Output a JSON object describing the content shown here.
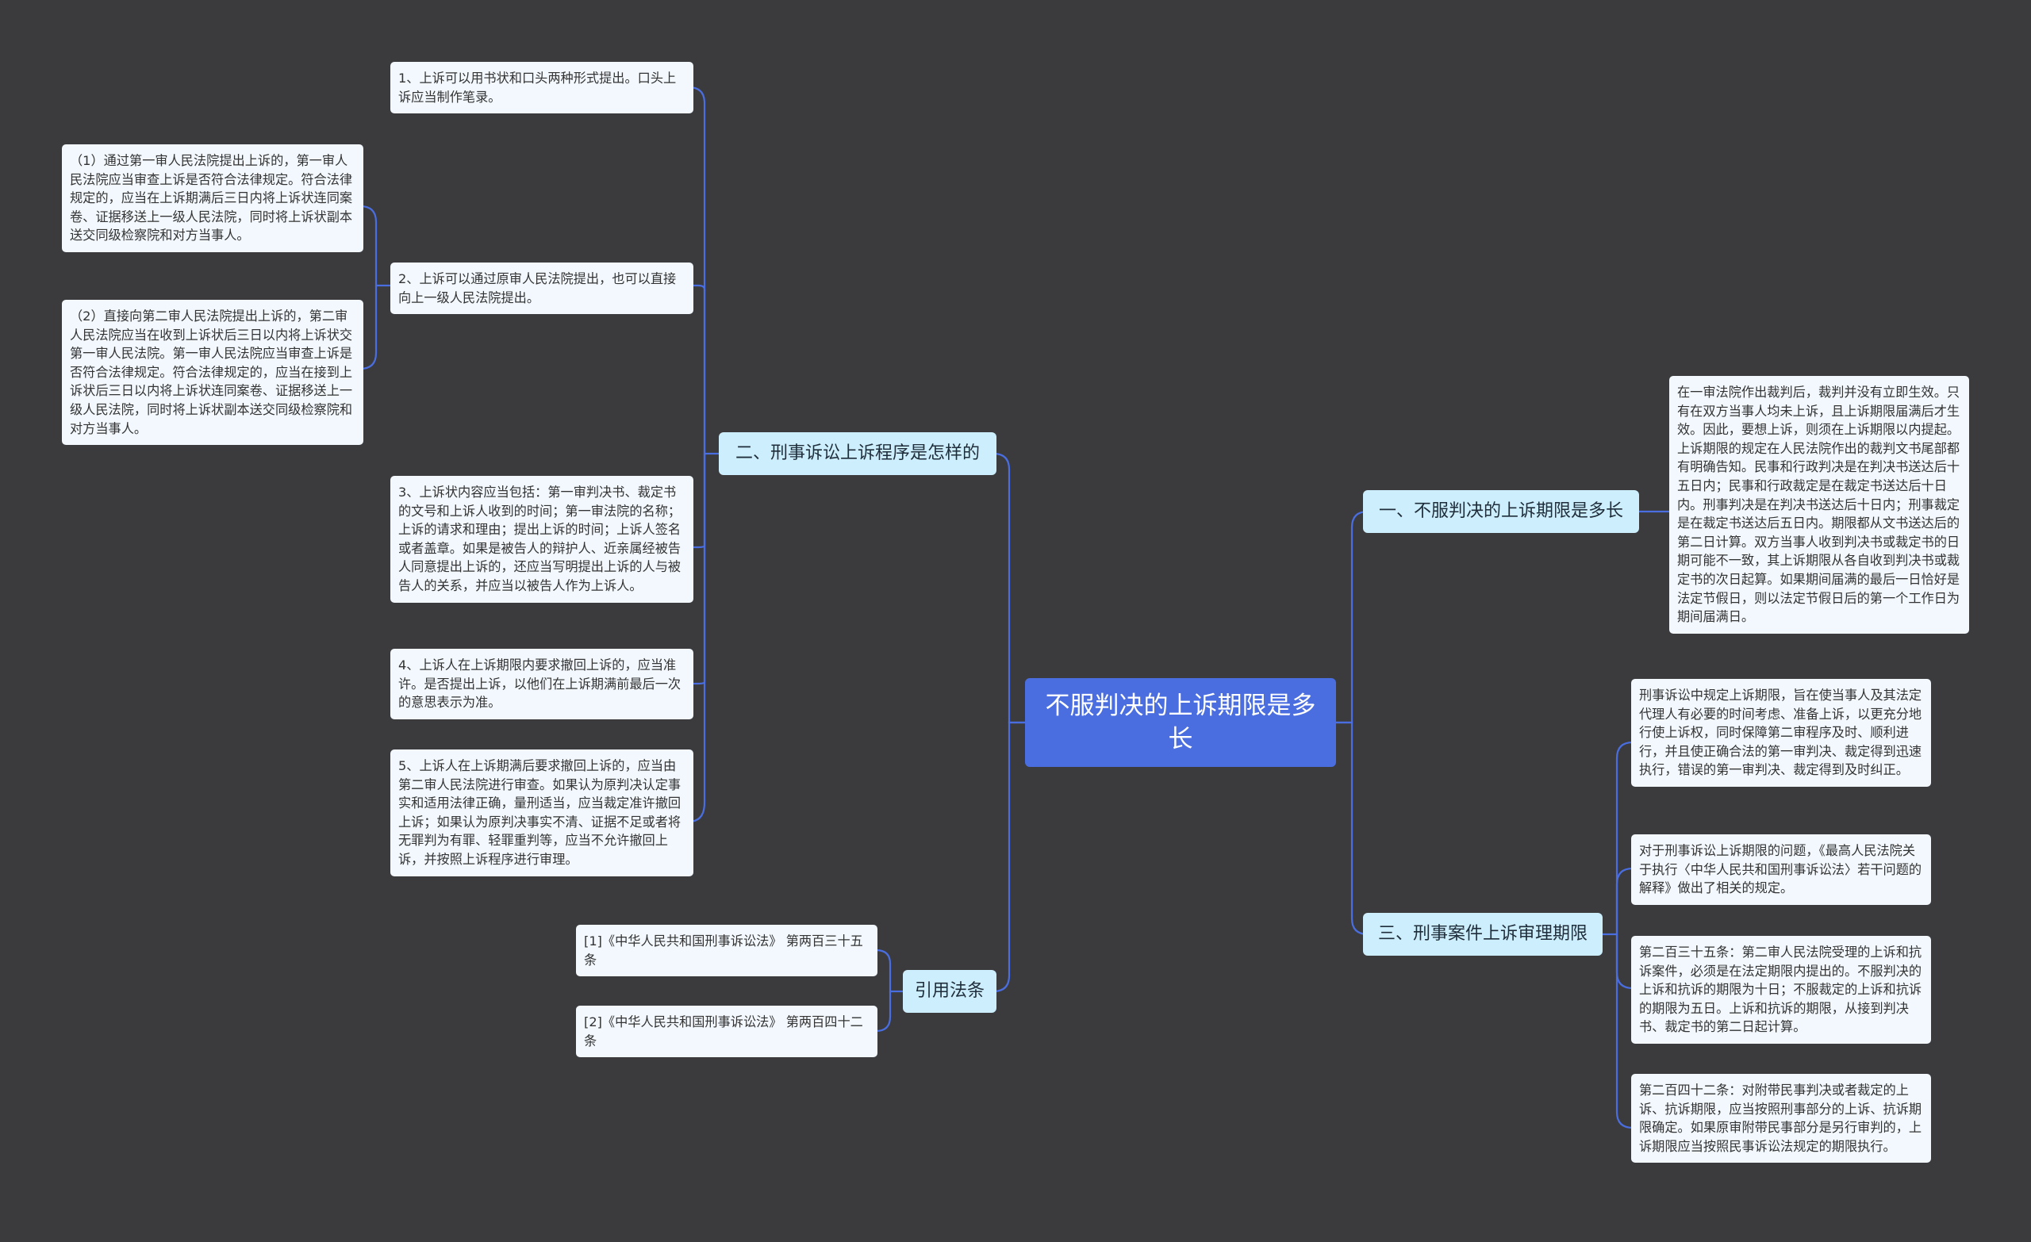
{
  "root": {
    "title": "不服判决的上诉期限是多长"
  },
  "left": {
    "procedure": {
      "label": "二、刑事诉讼上诉程序是怎样的",
      "items": [
        "1、上诉可以用书状和口头两种形式提出。口头上诉应当制作笔录。",
        "2、上诉可以通过原审人民法院提出，也可以直接向上一级人民法院提出。",
        "3、上诉状内容应当包括：第一审判决书、裁定书的文号和上诉人收到的时间；第一审法院的名称；上诉的请求和理由；提出上诉的时间；上诉人签名或者盖章。如果是被告人的辩护人、近亲属经被告人同意提出上诉的，还应当写明提出上诉的人与被告人的关系，并应当以被告人作为上诉人。",
        "4、上诉人在上诉期限内要求撤回上诉的，应当准许。是否提出上诉，以他们在上诉期满前最后一次的意思表示为准。",
        "5、上诉人在上诉期满后要求撤回上诉的，应当由第二审人民法院进行审查。如果认为原判决认定事实和适用法律正确，量刑适当，应当裁定准许撤回上诉；如果认为原判决事实不清、证据不足或者将无罪判为有罪、轻罪重判等，应当不允许撤回上诉，并按照上诉程序进行审理。"
      ],
      "sub_items": [
        "（1）通过第一审人民法院提出上诉的，第一审人民法院应当审查上诉是否符合法律规定。符合法律规定的，应当在上诉期满后三日内将上诉状连同案卷、证据移送上一级人民法院，同时将上诉状副本送交同级检察院和对方当事人。",
        "（2）直接向第二审人民法院提出上诉的，第二审人民法院应当在收到上诉状后三日以内将上诉状交第一审人民法院。第一审人民法院应当审查上诉是否符合法律规定。符合法律规定的，应当在接到上诉状后三日以内将上诉状连同案卷、证据移送上一级人民法院，同时将上诉状副本送交同级检察院和对方当事人。"
      ]
    },
    "laws": {
      "label": "引用法条",
      "items": [
        "[1]《中华人民共和国刑事诉讼法》 第两百三十五条",
        "[2]《中华人民共和国刑事诉讼法》 第两百四十二条"
      ]
    }
  },
  "right": {
    "appeal_period": {
      "label": "一、不服判决的上诉期限是多长",
      "text": "在一审法院作出裁判后，裁判并没有立即生效。只有在双方当事人均未上诉，且上诉期限届满后才生效。因此，要想上诉，则须在上诉期限以内提起。上诉期限的规定在人民法院作出的裁判文书尾部都有明确告知。民事和行政判决是在判决书送达后十五日内；民事和行政裁定是在裁定书送达后十日内。刑事判决是在判决书送达后十日内；刑事裁定是在裁定书送达后五日内。期限都从文书送达后的第二日计算。双方当事人收到判决书或裁定书的日期可能不一致，其上诉期限从各自收到判决书或裁定书的次日起算。如果期间届满的最后一日恰好是法定节假日，则以法定节假日后的第一个工作日为期间届满日。"
    },
    "criminal_period": {
      "label": "三、刑事案件上诉审理期限",
      "items": [
        "刑事诉讼中规定上诉期限，旨在使当事人及其法定代理人有必要的时间考虑、准备上诉，以更充分地行使上诉权，同时保障第二审程序及时、顺利进行，并且使正确合法的第一审判决、裁定得到迅速执行，错误的第一审判决、裁定得到及时纠正。",
        "对于刑事诉讼上诉期限的问题，《最高人民法院关于执行〈中华人民共和国刑事诉讼法〉若干问题的解释》做出了相关的规定。",
        "第二百三十五条：第二审人民法院受理的上诉和抗诉案件，必须是在法定期限内提出的。不服判决的上诉和抗诉的期限为十日；不服裁定的上诉和抗诉的期限为五日。上诉和抗诉的期限，从接到判决书、裁定书的第二日起计算。",
        "第二百四十二条：对附带民事判决或者裁定的上诉、抗诉期限，应当按照刑事部分的上诉、抗诉期限确定。如果原审附带民事部分是另行审判的，上诉期限应当按照民事诉讼法规定的期限执行。"
      ]
    }
  },
  "colors": {
    "background": "#3b3b3d",
    "root": "#4a6ee0",
    "branch": "#cdeefc",
    "leaf": "#f2f8fd",
    "connector": "#4a6ee0"
  }
}
